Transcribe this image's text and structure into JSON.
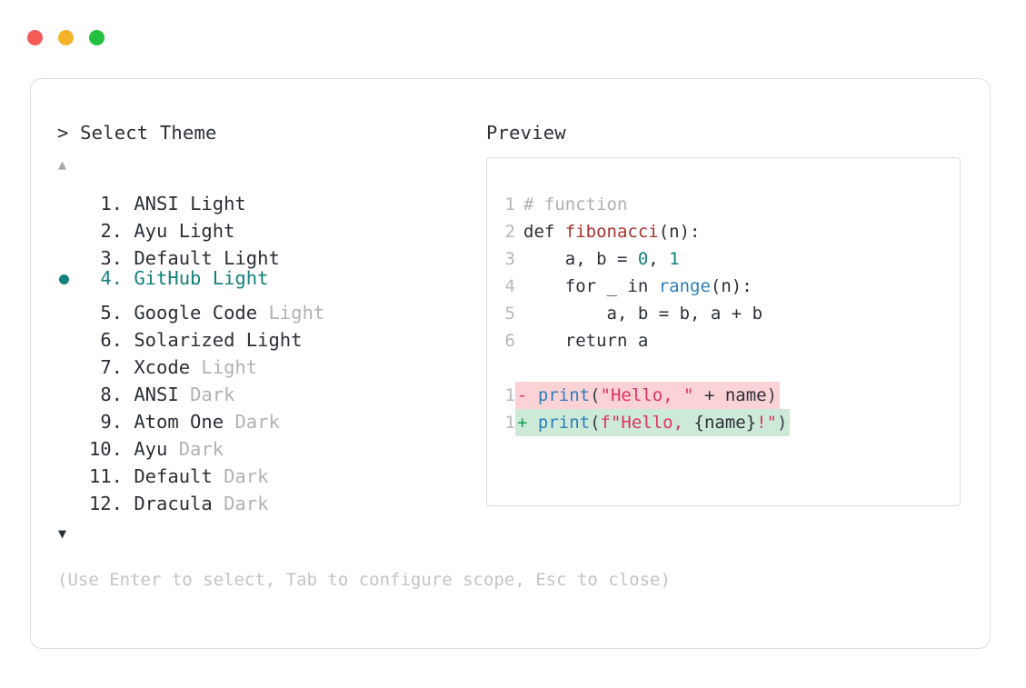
{
  "window": {
    "dots": [
      {
        "name": "close",
        "color": "#f55b55"
      },
      {
        "name": "minimize",
        "color": "#f5b32a"
      },
      {
        "name": "zoom",
        "color": "#22c03e"
      }
    ]
  },
  "left": {
    "prompt": "> Select Theme",
    "scroll_up": "▲",
    "scroll_down": "▼",
    "themes": [
      {
        "index": "1.",
        "name": "ANSI",
        "variant": "Light",
        "variant_muted": false,
        "selected": false
      },
      {
        "index": "2.",
        "name": "Ayu",
        "variant": "Light",
        "variant_muted": false,
        "selected": false
      },
      {
        "index": "3.",
        "name": "Default",
        "variant": "Light",
        "variant_muted": false,
        "selected": false
      },
      {
        "index": "4.",
        "name": "GitHub",
        "variant": "Light",
        "variant_muted": false,
        "selected": true
      },
      {
        "index": "5.",
        "name": "Google Code",
        "variant": "Light",
        "variant_muted": true,
        "selected": false
      },
      {
        "index": "6.",
        "name": "Solarized",
        "variant": "Light",
        "variant_muted": false,
        "selected": false
      },
      {
        "index": "7.",
        "name": "Xcode",
        "variant": "Light",
        "variant_muted": true,
        "selected": false
      },
      {
        "index": "8.",
        "name": "ANSI",
        "variant": "Dark",
        "variant_muted": true,
        "selected": false
      },
      {
        "index": "9.",
        "name": "Atom One",
        "variant": "Dark",
        "variant_muted": true,
        "selected": false
      },
      {
        "index": "10.",
        "name": "Ayu",
        "variant": "Dark",
        "variant_muted": true,
        "selected": false
      },
      {
        "index": "11.",
        "name": "Default",
        "variant": "Dark",
        "variant_muted": true,
        "selected": false
      },
      {
        "index": "12.",
        "name": "Dracula",
        "variant": "Dark",
        "variant_muted": true,
        "selected": false
      }
    ],
    "hint": "(Use Enter to select, Tab to configure scope, Esc to close)"
  },
  "right": {
    "title": "Preview",
    "code_lines": [
      {
        "no": "1",
        "tokens": [
          {
            "t": "# function",
            "c": "tok-comment"
          }
        ]
      },
      {
        "no": "2",
        "tokens": [
          {
            "t": "def ",
            "c": "tok-kw"
          },
          {
            "t": "fibonacci",
            "c": "tok-fn"
          },
          {
            "t": "(n):",
            "c": "tok-plain"
          }
        ]
      },
      {
        "no": "3",
        "tokens": [
          {
            "t": "    a, b = ",
            "c": "tok-plain"
          },
          {
            "t": "0",
            "c": "tok-num"
          },
          {
            "t": ", ",
            "c": "tok-plain"
          },
          {
            "t": "1",
            "c": "tok-num"
          }
        ]
      },
      {
        "no": "4",
        "tokens": [
          {
            "t": "    for _ in ",
            "c": "tok-plain"
          },
          {
            "t": "range",
            "c": "tok-builtin"
          },
          {
            "t": "(n):",
            "c": "tok-plain"
          }
        ]
      },
      {
        "no": "5",
        "tokens": [
          {
            "t": "        a, b = b, a + b",
            "c": "tok-plain"
          }
        ]
      },
      {
        "no": "6",
        "tokens": [
          {
            "t": "    return a",
            "c": "tok-plain"
          }
        ]
      }
    ],
    "diff_lines": [
      {
        "no": "1",
        "kind": "del",
        "sign": "-",
        "tokens": [
          {
            "t": "print",
            "c": "tok-builtin"
          },
          {
            "t": "(",
            "c": "tok-punct"
          },
          {
            "t": "\"Hello, \"",
            "c": "tok-str"
          },
          {
            "t": " + name",
            "c": "tok-plain"
          },
          {
            "t": ")",
            "c": "tok-punct"
          }
        ]
      },
      {
        "no": "1",
        "kind": "add",
        "sign": "+",
        "tokens": [
          {
            "t": "print",
            "c": "tok-builtin"
          },
          {
            "t": "(",
            "c": "tok-punct"
          },
          {
            "t": "f\"Hello, ",
            "c": "tok-str"
          },
          {
            "t": "{name}",
            "c": "tok-plain"
          },
          {
            "t": "!\"",
            "c": "tok-str"
          },
          {
            "t": ")",
            "c": "tok-punct"
          }
        ]
      }
    ]
  }
}
